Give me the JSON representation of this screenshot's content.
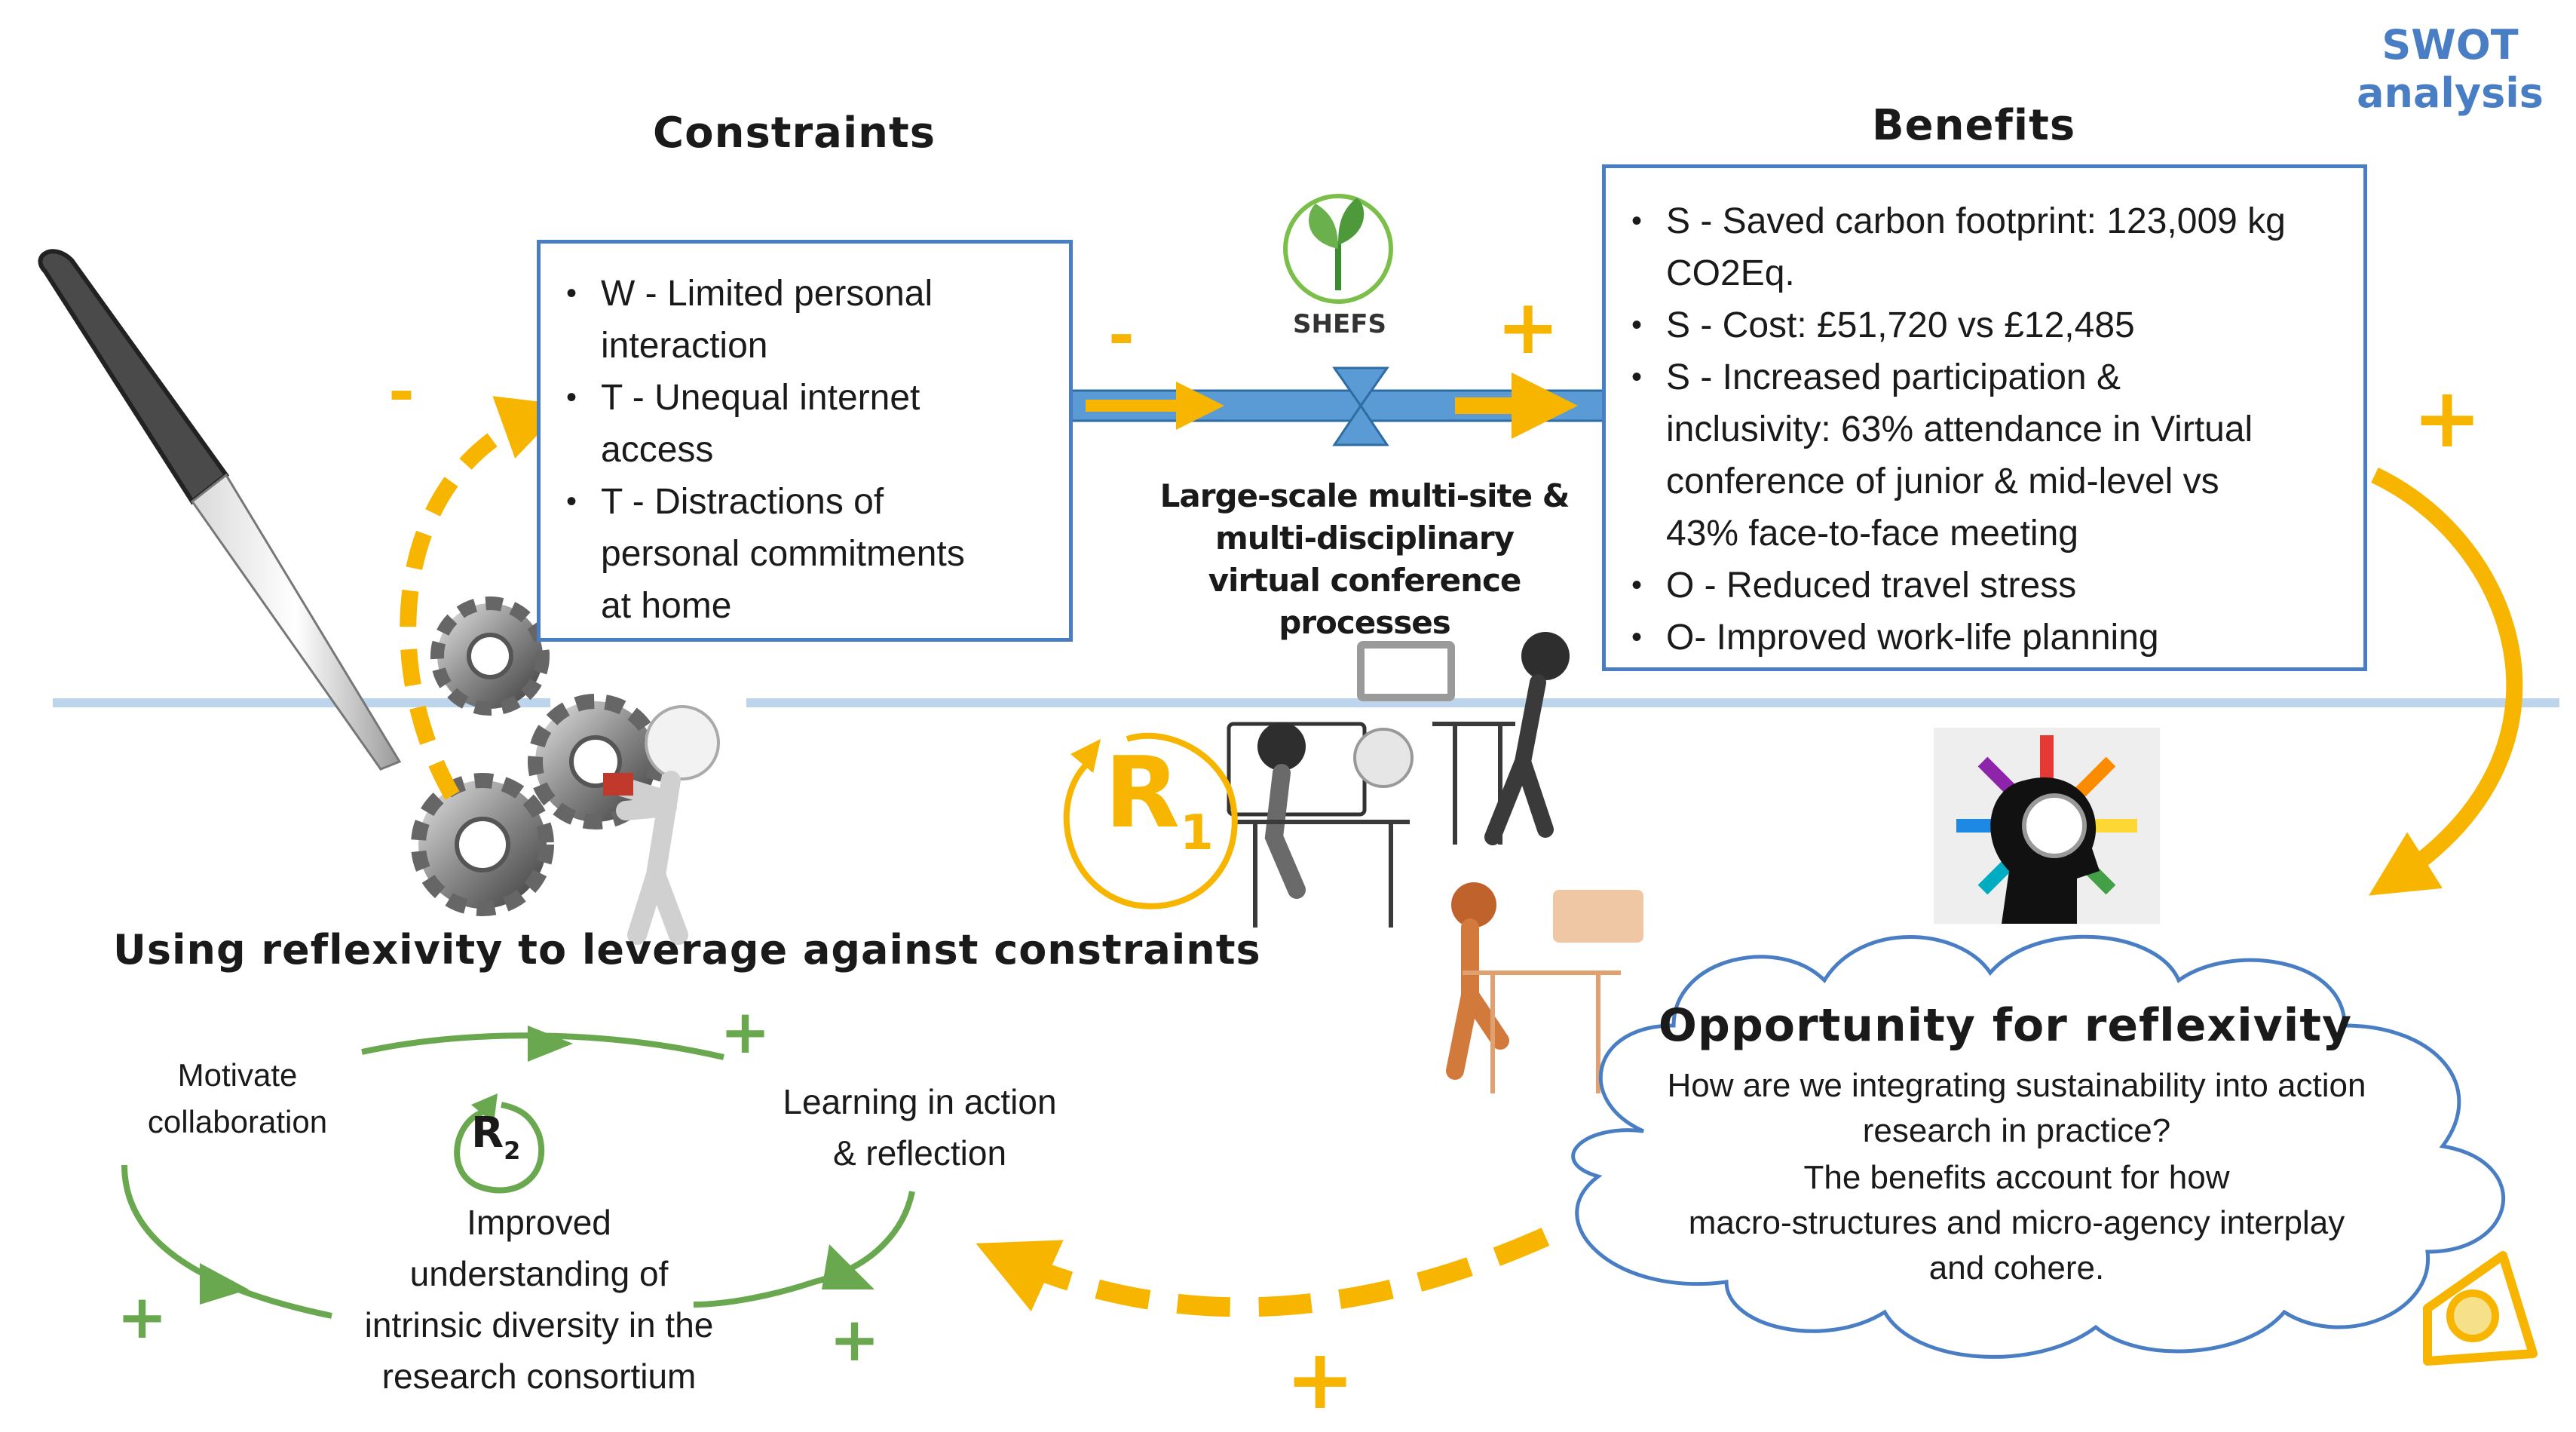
{
  "swot": {
    "line1": "SWOT",
    "line2": "analysis"
  },
  "constraints": {
    "heading": "Constraints",
    "items": [
      {
        "line1": "W - Limited personal",
        "line2": "interaction"
      },
      {
        "line1": "T -  Unequal internet",
        "line2": "access"
      },
      {
        "line1": "T - Distractions of",
        "line2": "personal commitments",
        "line3": "at home"
      }
    ]
  },
  "benefits": {
    "heading": "Benefits",
    "items": [
      {
        "line1": "S - Saved carbon footprint: 123,009 kg",
        "line2": "CO2Eq."
      },
      {
        "line1": "S - Cost: £51,720 vs £12,485"
      },
      {
        "line1": "S - Increased participation &",
        "line2": "inclusivity: 63% attendance in Virtual",
        "line3": "conference of  junior & mid-level vs",
        "line4": "43%  face-to-face meeting"
      },
      {
        "line1": "O - Reduced travel stress"
      },
      {
        "line1": "O- Improved work-life planning"
      }
    ]
  },
  "logo": {
    "text": "SHEFS"
  },
  "process": {
    "line1": "Large-scale multi-site &",
    "line2": "multi-disciplinary",
    "line3": "virtual conference processes"
  },
  "signs": {
    "minus": "-",
    "plus": "+"
  },
  "r1": {
    "letter": "R",
    "subscript": "1"
  },
  "r2": {
    "letter": "R",
    "subscript": "2"
  },
  "reflexivity": {
    "title": "Using reflexivity to leverage against constraints",
    "motivate": {
      "line1": "Motivate",
      "line2": "collaboration"
    },
    "learning": {
      "line1": "Learning in action",
      "line2": "& reflection"
    },
    "improved": {
      "line1": "Improved",
      "line2": "understanding of",
      "line3": "intrinsic diversity in the",
      "line4": "research consortium"
    }
  },
  "opportunity": {
    "title": "Opportunity for reflexivity",
    "q1": "How are we integrating sustainability into action",
    "q2": "research in practice?",
    "b1": "The benefits account for how",
    "b2": "macro-structures and micro-agency interplay",
    "b3": "and cohere."
  },
  "colors": {
    "accent": "#4a7ec4",
    "yellow": "#f7b500",
    "green": "#6aa84f",
    "pipe": "#5b9bd5"
  }
}
